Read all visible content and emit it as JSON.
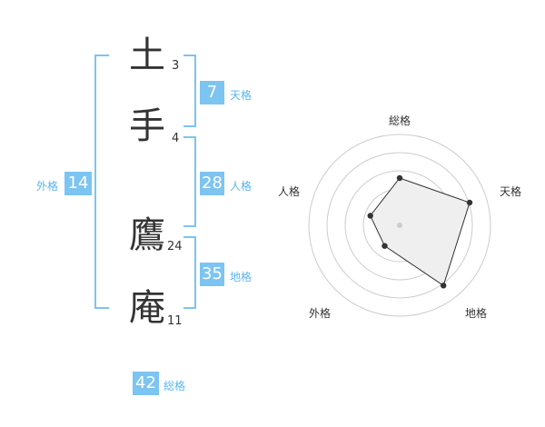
{
  "name": {
    "characters": [
      {
        "char": "土",
        "strokes": "3"
      },
      {
        "char": "手",
        "strokes": "4"
      },
      {
        "char": "鷹",
        "strokes": "24"
      },
      {
        "char": "庵",
        "strokes": "11"
      }
    ]
  },
  "fortune": {
    "tenkaku": {
      "value": "7",
      "label": "天格"
    },
    "jinkaku": {
      "value": "28",
      "label": "人格"
    },
    "chikaku": {
      "value": "35",
      "label": "地格"
    },
    "gaikaku": {
      "value": "14",
      "label": "外格"
    },
    "soukaku": {
      "value": "42",
      "label": "総格"
    }
  },
  "radar": {
    "axes": [
      "総格",
      "天格",
      "地格",
      "外格",
      "人格"
    ],
    "values": [
      0.52,
      0.81,
      0.82,
      0.28,
      0.34
    ],
    "ring_count": 5
  },
  "colors": {
    "accent": "#7cc4f2",
    "accent_text": "#5bb5ef",
    "text": "#333333"
  }
}
